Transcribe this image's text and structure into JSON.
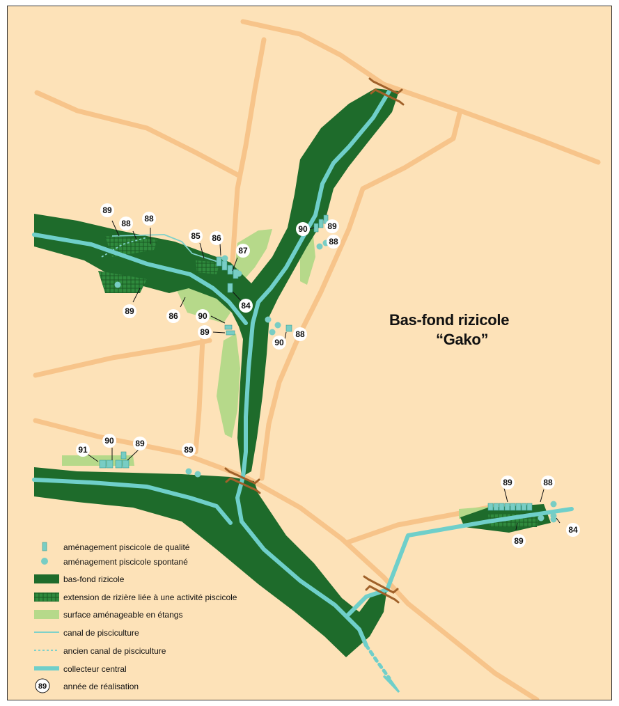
{
  "map": {
    "title_line1": "Bas-fond rizicole",
    "title_line2": "“Gako”",
    "colors": {
      "background": "#fde2b8",
      "road": "#f7c48a",
      "bridge": "#a0612a",
      "rice": "#1e6b2b",
      "rice_extension": "#2f8a3d",
      "pond_surface": "#b6d98a",
      "canal": "#7fd1c9",
      "collector": "#6fcfca",
      "pond": "#78cdc4"
    },
    "labels": [
      {
        "id": "89-a",
        "text": "89"
      },
      {
        "id": "88-a",
        "text": "88"
      },
      {
        "id": "88-b",
        "text": "88"
      },
      {
        "id": "85-a",
        "text": "85"
      },
      {
        "id": "86-a",
        "text": "86"
      },
      {
        "id": "87-a",
        "text": "87"
      },
      {
        "id": "84-a",
        "text": "84"
      },
      {
        "id": "89-b",
        "text": "89"
      },
      {
        "id": "86-b",
        "text": "86"
      },
      {
        "id": "90-a",
        "text": "90"
      },
      {
        "id": "89-c",
        "text": "89"
      },
      {
        "id": "90-b",
        "text": "90"
      },
      {
        "id": "89-d",
        "text": "89"
      },
      {
        "id": "88-c",
        "text": "88"
      },
      {
        "id": "90-c",
        "text": "90"
      },
      {
        "id": "88-d",
        "text": "88"
      },
      {
        "id": "91-a",
        "text": "91"
      },
      {
        "id": "90-d",
        "text": "90"
      },
      {
        "id": "89-e",
        "text": "89"
      },
      {
        "id": "89-f",
        "text": "89"
      },
      {
        "id": "89-g",
        "text": "89"
      },
      {
        "id": "88-e",
        "text": "88"
      },
      {
        "id": "89-h",
        "text": "89"
      },
      {
        "id": "84-b",
        "text": "84"
      }
    ]
  },
  "legend": {
    "items": [
      {
        "key": "quality-pond",
        "label": "aménagement piscicole de qualité"
      },
      {
        "key": "spontaneous-pond",
        "label": "aménagement piscicole spontané"
      },
      {
        "key": "rice-lowland",
        "label": "bas-fond rizicole"
      },
      {
        "key": "rice-extension",
        "label": "extension de rizière liée à une activité piscicole"
      },
      {
        "key": "pond-surface",
        "label": "surface aménageable en étangs"
      },
      {
        "key": "fish-canal",
        "label": "canal de pisciculture"
      },
      {
        "key": "old-canal",
        "label": "ancien canal de pisciculture"
      },
      {
        "key": "central-collector",
        "label": "collecteur central"
      },
      {
        "key": "year",
        "label": "année de réalisation",
        "sample": "89"
      }
    ]
  }
}
